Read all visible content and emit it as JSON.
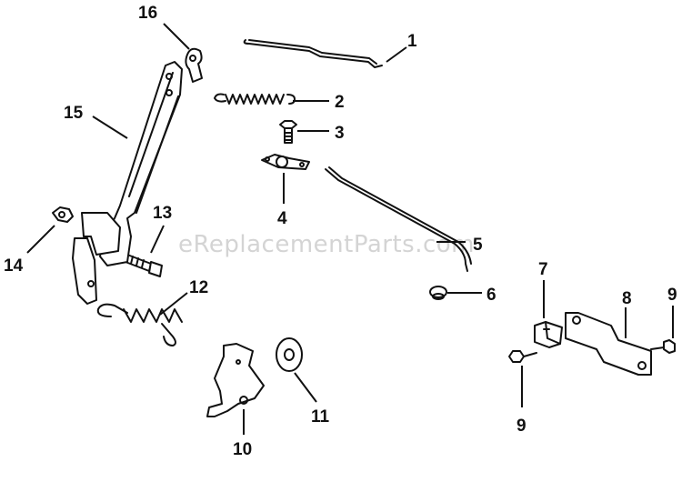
{
  "watermark": "eReplacementParts.com",
  "callouts": [
    {
      "id": "c1",
      "label": "1"
    },
    {
      "id": "c2",
      "label": "2"
    },
    {
      "id": "c3",
      "label": "3"
    },
    {
      "id": "c4",
      "label": "4"
    },
    {
      "id": "c5",
      "label": "5"
    },
    {
      "id": "c6",
      "label": "6"
    },
    {
      "id": "c7",
      "label": "7"
    },
    {
      "id": "c8",
      "label": "8"
    },
    {
      "id": "c9a",
      "label": "9"
    },
    {
      "id": "c9b",
      "label": "9"
    },
    {
      "id": "c10",
      "label": "10"
    },
    {
      "id": "c11",
      "label": "11"
    },
    {
      "id": "c12",
      "label": "12"
    },
    {
      "id": "c13",
      "label": "13"
    },
    {
      "id": "c14",
      "label": "14"
    },
    {
      "id": "c15",
      "label": "15"
    },
    {
      "id": "c16",
      "label": "16"
    }
  ]
}
